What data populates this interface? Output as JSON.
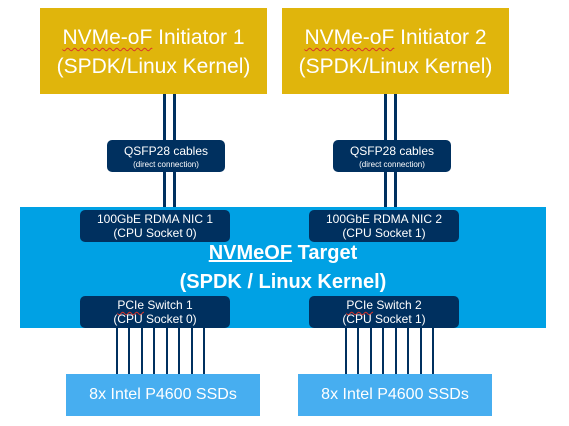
{
  "initiators": [
    {
      "name": "NVMe-oF",
      "suffix": " Initiator 1",
      "line2": "(SPDK/Linux Kernel)"
    },
    {
      "name": "NVMe-oF",
      "suffix": " Initiator 2",
      "line2": "(SPDK/Linux Kernel)"
    }
  ],
  "cables": [
    {
      "label": "QSFP28 cables",
      "sub": "(direct connection)"
    },
    {
      "label": "QSFP28 cables",
      "sub": "(direct connection)"
    }
  ],
  "target": {
    "title_line1": "NVMeOF",
    "title_line1_suffix": " Target",
    "title_line2": "(SPDK / Linux Kernel)"
  },
  "nics": [
    {
      "line1": "100GbE RDMA NIC 1",
      "line2": "(CPU Socket 0)"
    },
    {
      "line1": "100GbE RDMA NIC 2",
      "line2": "(CPU Socket 1)"
    }
  ],
  "switches": [
    {
      "line1_u": "PCIe",
      "line1_rest": " Switch 1",
      "line2": "(CPU Socket 0)"
    },
    {
      "line1_u": "PCIe",
      "line1_rest": " Switch 2",
      "line2": "(CPU Socket 1)"
    }
  ],
  "ssds": [
    {
      "label": "8x Intel P4600 SSDs"
    },
    {
      "label": "8x Intel P4600 SSDs"
    }
  ],
  "colors": {
    "initiator": "#e0b50c",
    "navy": "#00305f",
    "target": "#00a1e4",
    "ssd": "#47aef0"
  }
}
